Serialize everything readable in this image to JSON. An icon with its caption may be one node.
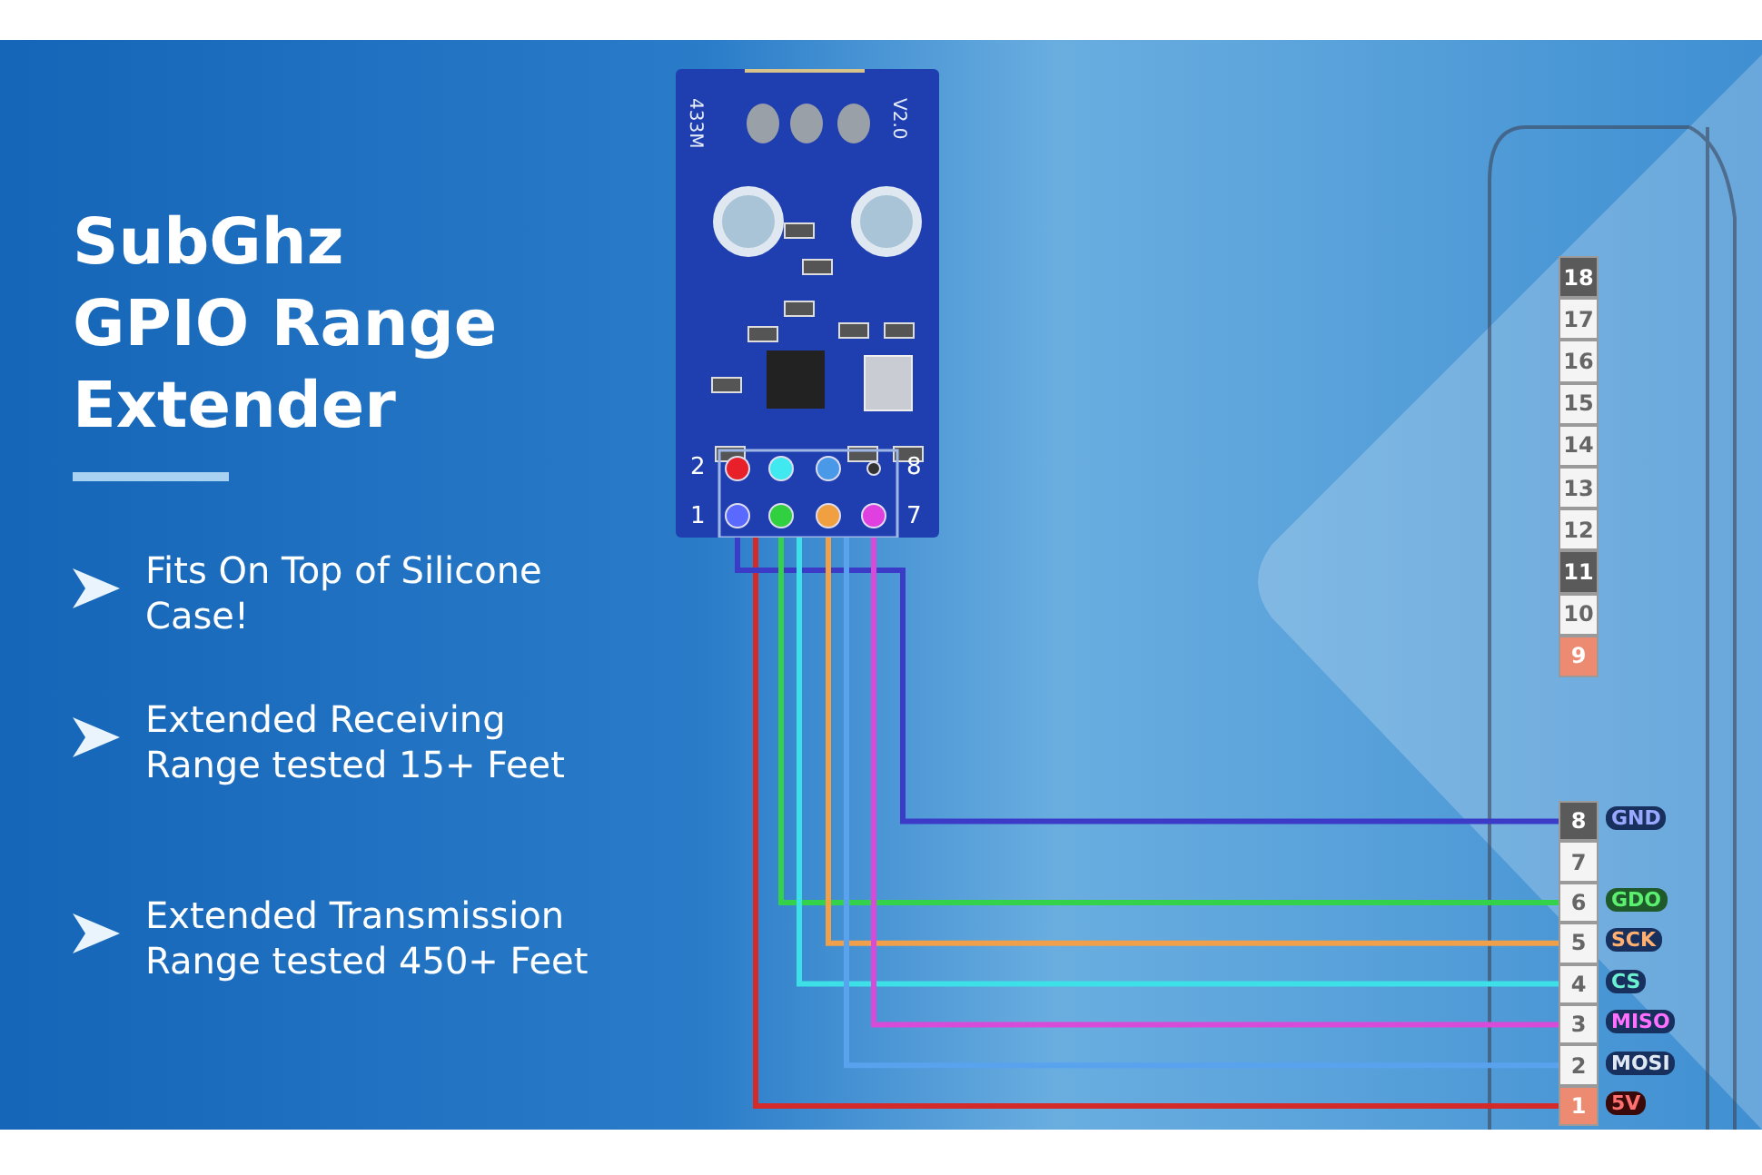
{
  "diagram": {
    "title": "SubGhz GPIO Range Extender",
    "nodes": [
      {
        "text": [
          "433M",
          "V2.0"
        ]
      },
      {
        "text": [],
        "shape": "circle",
        "in": 0
      },
      {
        "text": [],
        "shape": "circle",
        "in": 0
      },
      {
        "text": [],
        "shape": "circle",
        "in": 0
      },
      {
        "text": [],
        "shape": "circle",
        "in": 0
      },
      {
        "text": [],
        "shape": "circle",
        "in": 0
      },
      {
        "text": [],
        "shape": "circle",
        "in": 0
      },
      {
        "text": [],
        "shape": "circle",
        "in": 0
      },
      {
        "text": [],
        "shape": "circle",
        "in": 0
      },
      {
        "text": [
          "18"
        ]
      },
      {
        "text": [
          "17"
        ]
      },
      {
        "text": [
          "16"
        ]
      },
      {
        "text": [
          "15"
        ]
      },
      {
        "text": [
          "14"
        ]
      },
      {
        "text": [
          "13"
        ]
      },
      {
        "text": [
          "12"
        ]
      },
      {
        "text": [
          "11"
        ]
      },
      {
        "text": [
          "10"
        ]
      },
      {
        "text": [
          "9"
        ]
      },
      {
        "text": [
          "8"
        ],
        "beside": [
          "GND"
        ]
      },
      {
        "text": [
          "7"
        ]
      },
      {
        "text": [
          "6"
        ],
        "beside": [
          "GDO"
        ]
      },
      {
        "text": [
          "5"
        ],
        "beside": [
          "SCK"
        ]
      },
      {
        "text": [
          "4"
        ],
        "beside": [
          "CS"
        ]
      },
      {
        "text": [
          "3"
        ],
        "beside": [
          "MISO"
        ]
      },
      {
        "text": [
          "2"
        ],
        "beside": [
          "MOSI"
        ]
      },
      {
        "text": [
          "1"
        ],
        "beside": [
          "5V"
        ]
      }
    ],
    "edges": [
      {
        "from": 1,
        "to": 26,
        "arrow": "none",
        "color": "#d42a2a"
      },
      {
        "from": 5,
        "to": 19,
        "arrow": "none",
        "color": "#3b3bc8"
      },
      {
        "from": 6,
        "to": 21,
        "arrow": "none",
        "color": "#34d24a"
      },
      {
        "from": 2,
        "to": 23,
        "arrow": "none",
        "color": "#3ce0e6"
      },
      {
        "from": 7,
        "to": 22,
        "arrow": "none",
        "color": "#f0a04a"
      },
      {
        "from": 3,
        "to": 25,
        "arrow": "none",
        "color": "#58a2ee"
      },
      {
        "from": 8,
        "to": 24,
        "arrow": "none",
        "color": "#d84ad8"
      }
    ],
    "labels": [
      "Fits On Top of Silicone Case!",
      "Extended Receiving Range tested 15+ Feet",
      "Extended Transmission Range tested 450+ Feet",
      "2",
      "1",
      "8",
      "7"
    ]
  }
}
